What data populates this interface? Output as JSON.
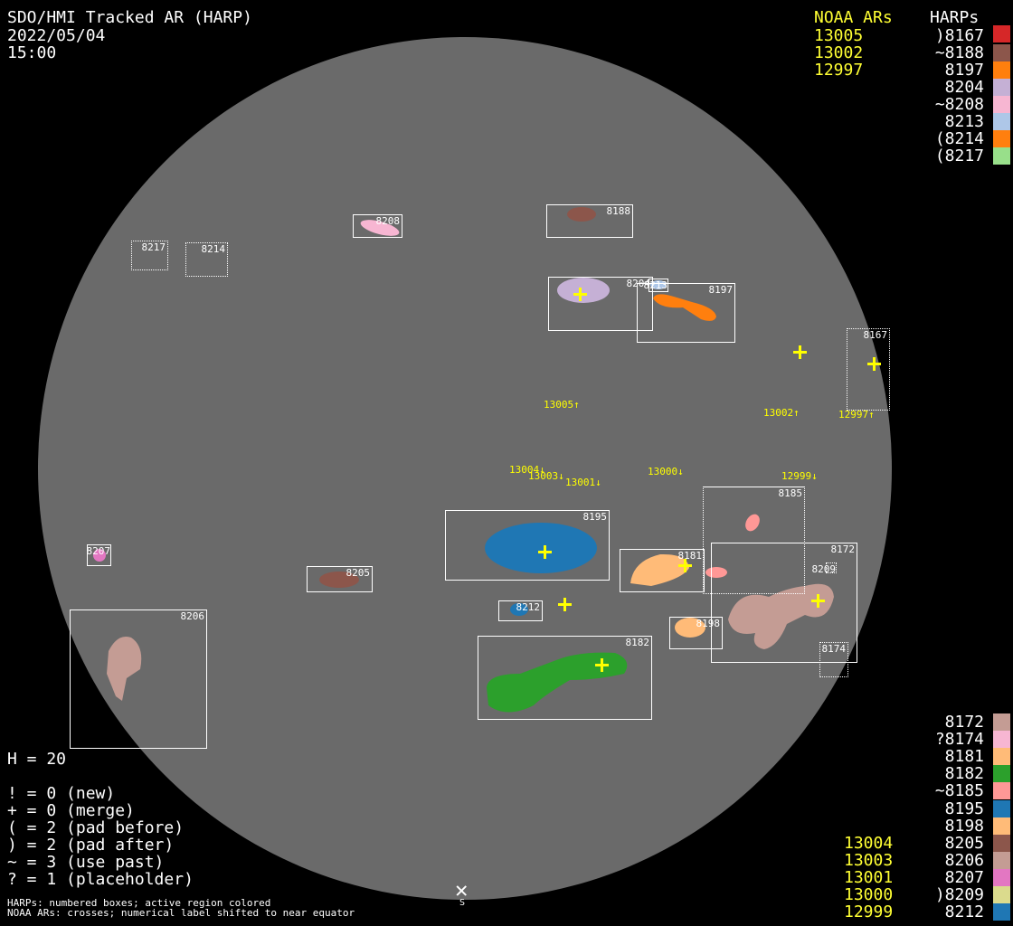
{
  "header": {
    "title": "SDO/HMI Tracked AR (HARP)",
    "date": "2022/05/04",
    "time": "15:00"
  },
  "legend_top": {
    "noaa_heading": "NOAA ARs",
    "harp_heading": "HARPs",
    "noaa": [
      "13005",
      "13002",
      "12997"
    ],
    "harps": [
      {
        "label": ")8167",
        "color": "#d62728"
      },
      {
        "label": "~8188",
        "color": "#8c564b"
      },
      {
        "label": "8197",
        "color": "#ff7f0e"
      },
      {
        "label": "8204",
        "color": "#c5b0d5"
      },
      {
        "label": "~8208",
        "color": "#f7b6d2"
      },
      {
        "label": "8213",
        "color": "#aec7e8"
      },
      {
        "label": "(8214",
        "color": "#ff7f0e"
      },
      {
        "label": "(8217",
        "color": "#98df8a"
      }
    ]
  },
  "legend_bottom": {
    "noaa": [
      "13004",
      "13003",
      "13001",
      "13000",
      "12999"
    ],
    "harps": [
      {
        "label": "8172",
        "color": "#c49c94"
      },
      {
        "label": "?8174",
        "color": "#f7b6d2"
      },
      {
        "label": "8181",
        "color": "#ffbb78"
      },
      {
        "label": "8182",
        "color": "#2ca02c"
      },
      {
        "label": "~8185",
        "color": "#ff9896"
      },
      {
        "label": "8195",
        "color": "#1f77b4"
      },
      {
        "label": "8198",
        "color": "#ffbb78"
      },
      {
        "label": "8205",
        "color": "#8c564b"
      },
      {
        "label": "8206",
        "color": "#c49c94"
      },
      {
        "label": "8207",
        "color": "#e377c2"
      },
      {
        "label": ")8209",
        "color": "#dbdb8d"
      },
      {
        "label": "8212",
        "color": "#1f77b4"
      }
    ]
  },
  "stats": {
    "h": "H = 20",
    "lines": [
      "! = 0 (new)",
      "+ = 0 (merge)",
      "( = 2 (pad before)",
      ") = 2 (pad after)",
      "~ = 3 (use past)",
      "? = 1 (placeholder)"
    ]
  },
  "footer": {
    "line1": "HARPs: numbered boxes; active region colored",
    "line2": "NOAA ARs: crosses; numerical label shifted to near equator"
  },
  "disk": {
    "south_marker": "S"
  },
  "boxes": [
    "8217",
    "8214",
    "8208",
    "8188",
    "8204",
    "8213",
    "8197",
    "8167",
    "8195",
    "8207",
    "8205",
    "8212",
    "8206",
    "8181",
    "8185",
    "8172",
    "8209",
    "8198",
    "8182",
    "8174"
  ],
  "noaa_labels": [
    "13005↑",
    "13002↑",
    "12997↑",
    "13004↓",
    "13003↓",
    "13001↓",
    "13000↓",
    "12999↓"
  ]
}
